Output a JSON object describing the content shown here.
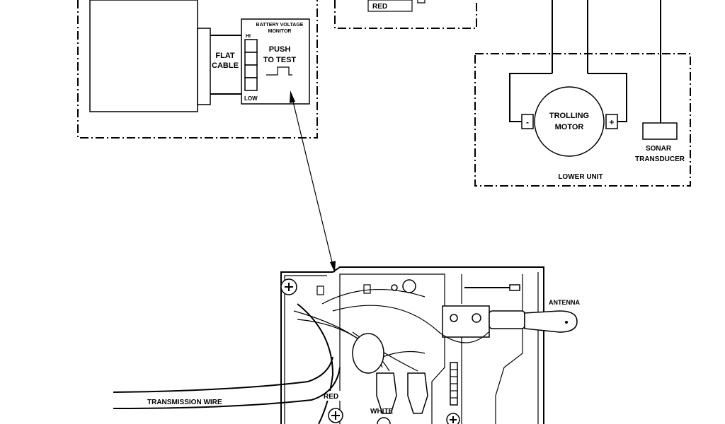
{
  "labels": {
    "battery_monitor_title_line1": "BATTERY VOLTAGE",
    "battery_monitor_title_line2": "MONITOR",
    "hi": "HI",
    "low": "LOW",
    "push_to_test_line1": "PUSH",
    "push_to_test_line2": "TO TEST",
    "flat_cable_line1": "FLAT",
    "flat_cable_line2": "CABLE",
    "red_top": "RED",
    "trolling_motor_line1": "TROLLING",
    "trolling_motor_line2": "MOTOR",
    "motor_minus": "-",
    "motor_plus": "+",
    "sonar_transducer_line1": "SONAR",
    "sonar_transducer_line2": "TRANSDUCER",
    "lower_unit": "LOWER UNIT",
    "antenna": "ANTENNA",
    "transmission_wire": "TRANSMISSION WIRE",
    "red_bottom": "RED",
    "white_bottom": "WHITE"
  },
  "colors": {
    "line": "#000000",
    "background": "#ffffff"
  }
}
